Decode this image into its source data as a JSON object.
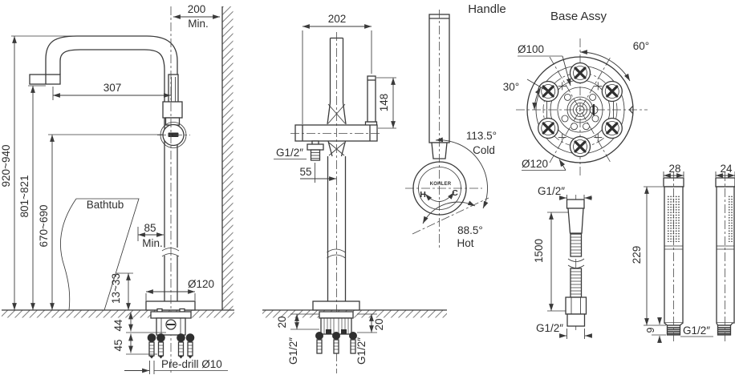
{
  "front_view": {
    "wall_offset": "200",
    "wall_offset_min": "Min.",
    "spout_reach": "307",
    "overall_height": "920~940",
    "spout_height": "801~821",
    "handle_height": "670~690",
    "bathtub_label": "Bathtub",
    "rim_clearance": "85",
    "rim_clearance_min": "Min.",
    "rim_thickness": "13~33",
    "base_diameter": "Ø120",
    "anchor_depth_1": "44",
    "anchor_depth_2": "45",
    "predrill_note": "Pre-drill Ø10"
  },
  "side_view": {
    "depth": "202",
    "handshower_height": "148",
    "outlet_thread": "G1/2″",
    "outlet_offset": "55",
    "left_depth": "20",
    "left_thread": "G1/2″",
    "right_thread": "G1/2″",
    "right_depth": "20"
  },
  "handle_view": {
    "title": "Handle",
    "cold_angle": "113.5°",
    "cold_label": "Cold",
    "hot_angle": "88.5°",
    "hot_label": "Hot",
    "hot_mark": "H",
    "cold_mark": "C",
    "brand": "KOHLER"
  },
  "base_view": {
    "title": "Base Assy",
    "bolt_circle": "Ø100",
    "screw_spacing_angle": "60°",
    "offset_angle": "30°",
    "outer_diameter": "Ø120"
  },
  "hose_view": {
    "top_thread": "G1/2″",
    "length": "1500",
    "bottom_thread": "G1/2″"
  },
  "handshower_view": {
    "head_width": "28",
    "head_depth": "24",
    "body_length": "229",
    "tip_length": "9",
    "thread": "G1/2″"
  }
}
